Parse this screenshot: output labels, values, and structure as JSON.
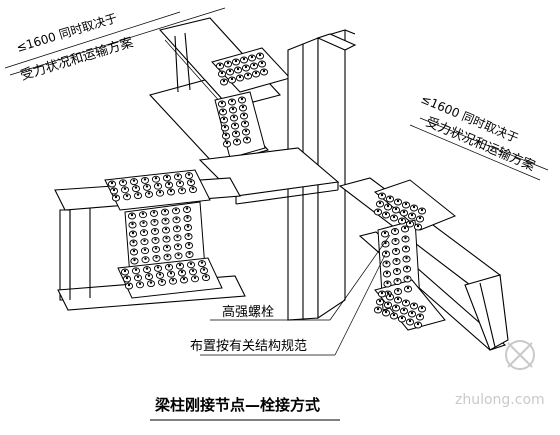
{
  "annotations": {
    "top_left_size": "≤1600 同时取决于",
    "top_left_note": "受力状况和运输方案",
    "right_size": "≤1600 同时取决于",
    "right_note": "受力状况和运输方案",
    "bolt_label": "高强螺栓",
    "bolt_note": "布置按有关结构规范"
  },
  "caption": "梁柱刚接节点—栓接方式",
  "watermark": {
    "text": "zhulong.com"
  }
}
